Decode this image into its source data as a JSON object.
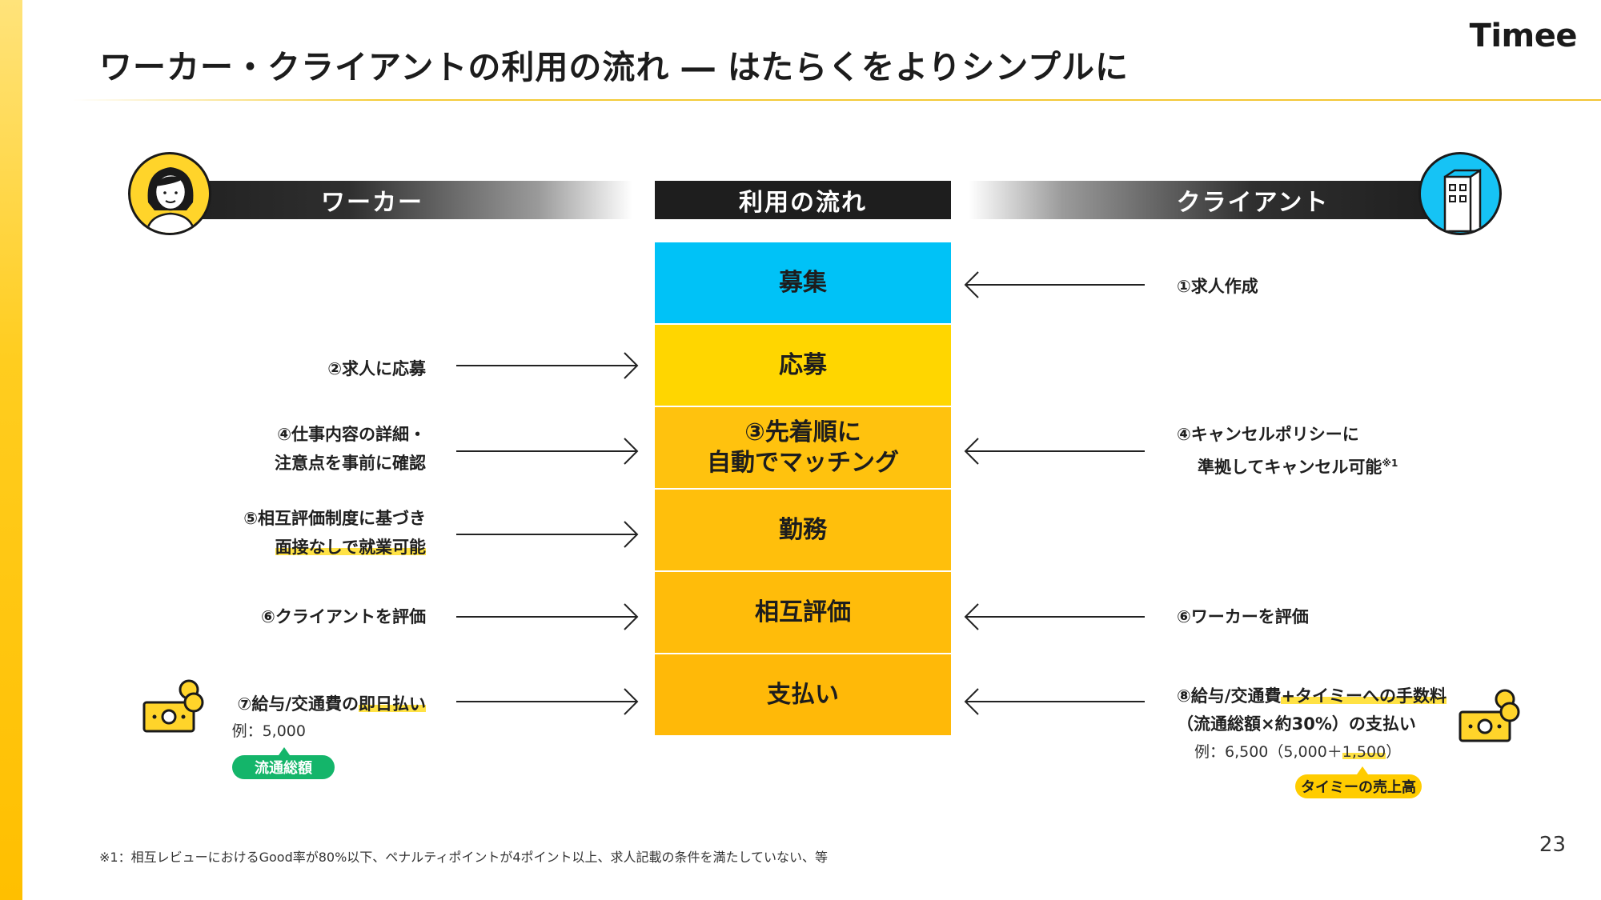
{
  "header": {
    "title": "ワーカー・クライアントの利用の流れ ― はたらくをよりシンプルに",
    "logo": "Timee"
  },
  "columns": {
    "worker": "ワーカー",
    "flow": "利用の流れ",
    "client": "クライアント"
  },
  "flow_steps": [
    {
      "label": "募集",
      "color": "#00c2f7"
    },
    {
      "label": "応募",
      "color": "#ffd600"
    },
    {
      "label": "③先着順に\n自動でマッチング",
      "color": "#ffc20e"
    },
    {
      "label": "勤務",
      "color": "#ffbf0c"
    },
    {
      "label": "相互評価",
      "color": "#ffbc0a"
    },
    {
      "label": "支払い",
      "color": "#ffb908"
    }
  ],
  "worker_steps": {
    "s2": "②求人に応募",
    "s4_line1": "④仕事内容の詳細・",
    "s4_line2": "注意点を事前に確認",
    "s5_line1": "⑤相互評価制度に基づき",
    "s5_line2": "面接なしで就業可能",
    "s6": "⑥クライアントを評価",
    "s7_pre": "⑦給与/交通費の",
    "s7_hl": "即日払い",
    "s7_example": "例：5,000",
    "s7_badge": "流通総額"
  },
  "client_steps": {
    "s1": "①求人作成",
    "s4_line1": "④キャンセルポリシーに",
    "s4_line2": "準拠してキャンセル可能",
    "s4_note": "※1",
    "s6": "⑥ワーカーを評価",
    "s8_pre": "⑧給与/交通費",
    "s8_hl": "+タイミーへの手数料",
    "s8_line2": "（流通総額×約30%）の支払い",
    "s8_example_pre": "例：6,500（5,000＋",
    "s8_example_hl": "1,500",
    "s8_example_post": "）",
    "s8_badge": "タイミーの売上高"
  },
  "footnote": "※1：相互レビューにおけるGood率が80%以下、ペナルティポイントが4ポイント以上、求人記載の条件を満たしていない、等",
  "page_number": "23",
  "colors": {
    "accent_yellow": "#ffcc00",
    "accent_blue": "#00c2f7",
    "badge_green": "#14b56a",
    "dark": "#1e1e1e"
  },
  "icons": {
    "worker_avatar": "person-avatar-icon",
    "client_avatar": "building-icon",
    "money": "cash-coins-icon"
  }
}
